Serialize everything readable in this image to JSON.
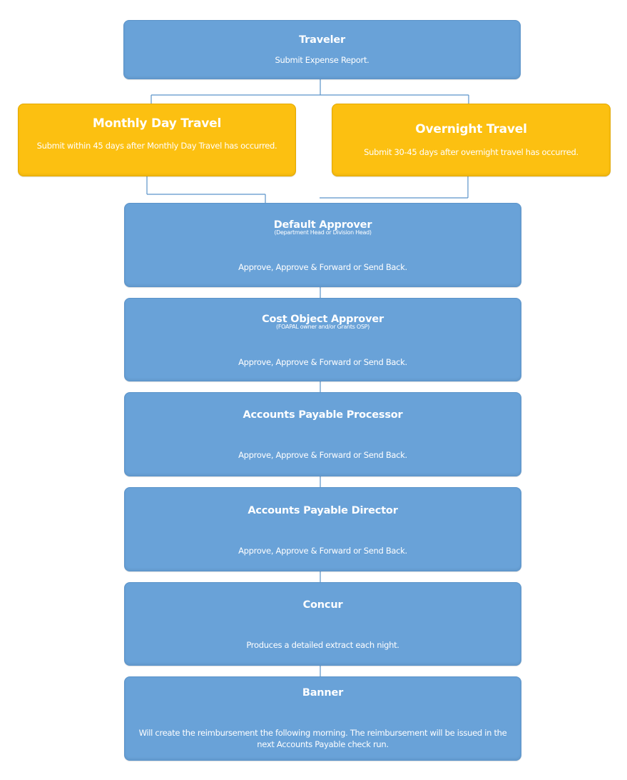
{
  "colors": {
    "box_blue": "#69a2d8",
    "box_yellow": "#fcc011",
    "connector": "#5b93c9",
    "text": "#ffffff"
  },
  "traveler": {
    "title": "Traveler",
    "description": "Submit Expense Report."
  },
  "monthly_day_travel": {
    "title": "Monthly Day Travel",
    "description": "Submit within 45 days after Monthly Day Travel has occurred."
  },
  "overnight_travel": {
    "title": "Overnight Travel",
    "description": "Submit 30-45 days after overnight travel has occurred."
  },
  "default_approver": {
    "title": "Default Approver",
    "subtitle": "(Department Head or Division Head)",
    "description": "Approve, Approve & Forward or Send Back."
  },
  "cost_object_approver": {
    "title": "Cost Object Approver",
    "subtitle": "(FOAPAL owner and/or Grants OSP)",
    "description": "Approve, Approve & Forward or Send Back."
  },
  "ap_processor": {
    "title": "Accounts Payable Processor",
    "description": "Approve, Approve & Forward or Send Back."
  },
  "ap_director": {
    "title": "Accounts Payable Director",
    "description": "Approve, Approve & Forward or Send Back."
  },
  "concur": {
    "title": "Concur",
    "description": "Produces a detailed extract each night."
  },
  "banner": {
    "title": "Banner",
    "description": "Will create the reimbursement the following morning. The reimbursement will be issued in the next Accounts Payable check run."
  }
}
